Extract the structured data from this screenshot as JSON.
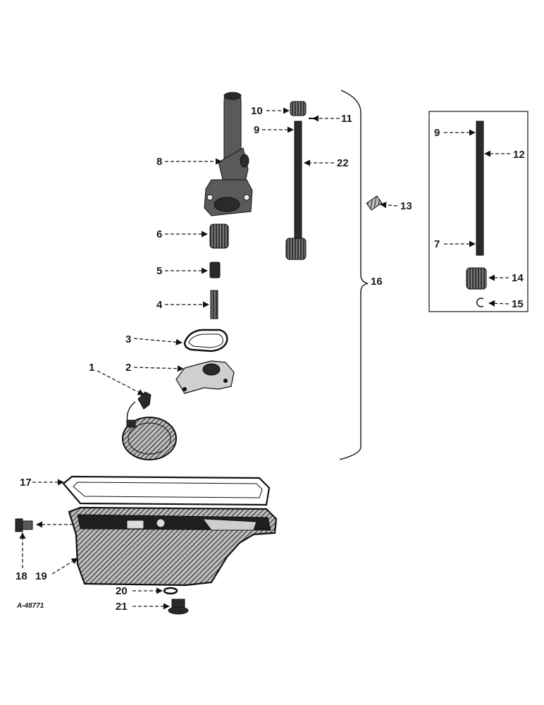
{
  "labels": {
    "p1": "1",
    "p2": "2",
    "p3": "3",
    "p4": "4",
    "p5": "5",
    "p6": "6",
    "p7": "7",
    "p8": "8",
    "p9a": "9",
    "p9b": "9",
    "p10": "10",
    "p11": "11",
    "p12": "12",
    "p13": "13",
    "p14": "14",
    "p15": "15",
    "p16": "16",
    "p17": "17",
    "p18": "18",
    "p19": "19",
    "p20": "20",
    "p21": "21",
    "p22": "22"
  },
  "figure_code": "A-48771"
}
